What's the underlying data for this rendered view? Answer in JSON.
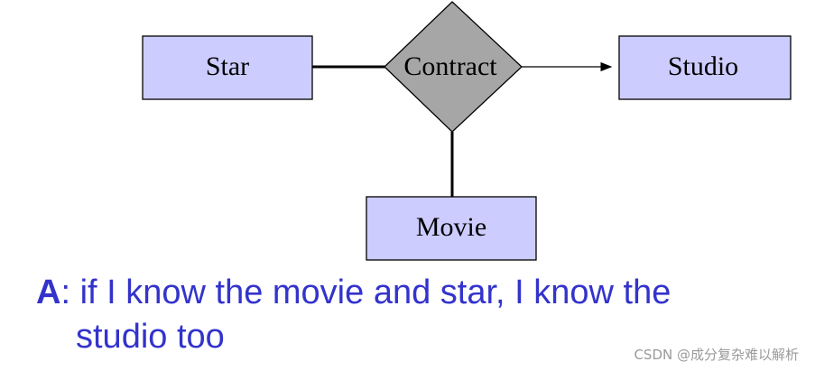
{
  "diagram": {
    "entities": {
      "star": "Star",
      "studio": "Studio",
      "movie": "Movie"
    },
    "relationship": "Contract",
    "colors": {
      "entity_fill": "#ccccff",
      "relationship_fill": "#a6a6a6",
      "stroke": "#000000"
    }
  },
  "caption": {
    "label": "A",
    "text_line1": ": if I know the movie and star, I know the",
    "text_line2": "studio too",
    "color": "#3333cc"
  },
  "watermark": "CSDN @成分复杂难以解析"
}
